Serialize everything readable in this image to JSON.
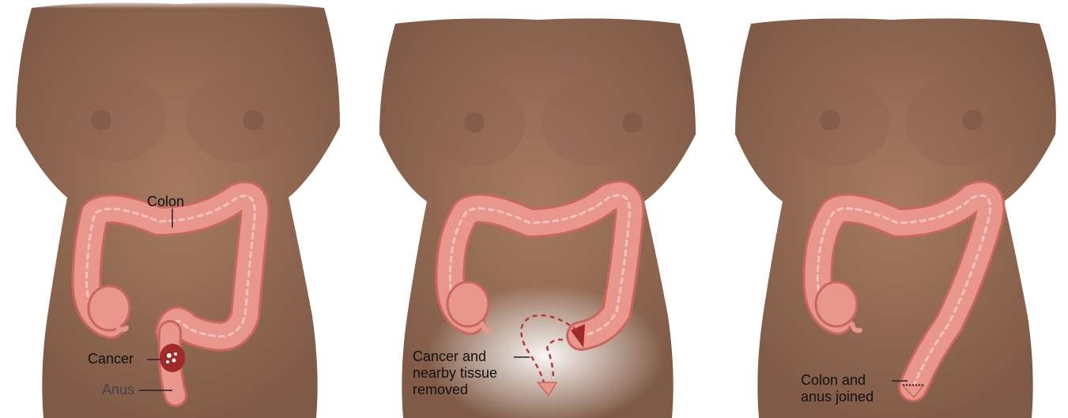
{
  "panels": [
    {
      "labels": {
        "colon": "Colon",
        "cancer": "Cancer",
        "anus": "Anus"
      }
    },
    {
      "labels": {
        "line1": "Cancer and",
        "line2": "nearby tissue",
        "line3": "removed"
      }
    },
    {
      "labels": {
        "line1": "Colon and",
        "line2": "anus joined"
      }
    }
  ],
  "colors": {
    "skin": "#9a7058",
    "skin_dark": "#7d5845",
    "colon": "#e9968c",
    "colon_edge": "#c9665e",
    "cancer": "#a02a2a",
    "dashed": "#b33a3a"
  }
}
